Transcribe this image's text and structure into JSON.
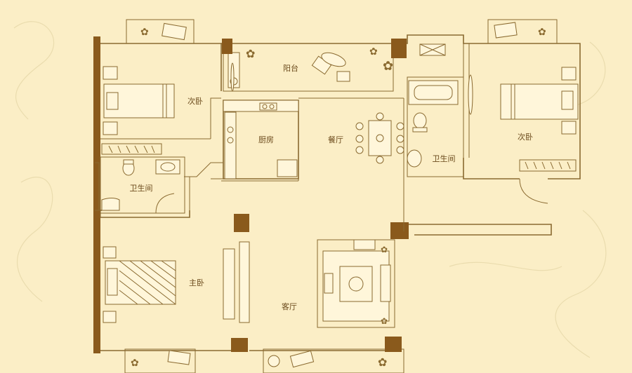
{
  "rooms": {
    "balcony": "阳台",
    "kitchen": "厨房",
    "dining": "餐厅",
    "second_bedroom_left": "次卧",
    "second_bedroom_right": "次卧",
    "bathroom_left": "卫生间",
    "bathroom_right": "卫生间",
    "master_bedroom": "主卧",
    "living_room": "客厅"
  },
  "colors": {
    "background": "#fbeec6",
    "line": "#8a6a30",
    "column": "#8a5a1c",
    "label": "#6b4a1c"
  }
}
